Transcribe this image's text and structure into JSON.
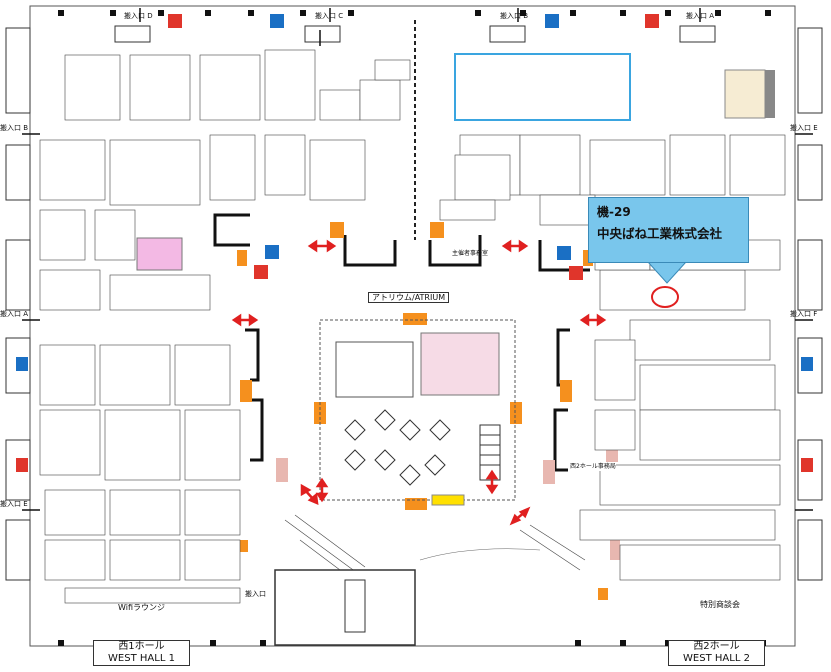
{
  "highlight": {
    "booth_number": "機-29",
    "company": "中央ばね工業株式会社",
    "callout_color": "#79c6ec",
    "marker_color": "#e02020"
  },
  "halls": {
    "west1_jp": "西1ホール",
    "west1_en": "WEST HALL 1",
    "west2_jp": "西2ホール",
    "west2_en": "WEST HALL 2"
  },
  "atrium": "アトリウム/ATRIUM",
  "areas": {
    "wifi_lounge": "Wifiラウンジ",
    "business_meeting": "特別商談会",
    "organizer_office": "主催者事務室",
    "hall2_office": "西2ホール事務局"
  },
  "entrances": {
    "d": "搬入口 D",
    "c": "搬入口 C",
    "b": "搬入口 B",
    "a": "搬入口 A",
    "e": "搬入口 E",
    "f": "搬入口 F",
    "left_b": "搬入口 B",
    "left_a": "搬入口 A",
    "left_e": "搬入口 E",
    "bottom": "搬入口"
  },
  "legend_colors": {
    "restroom_red": "#e0352b",
    "restroom_blue": "#1a6fc4",
    "orange": "#f5901e",
    "pink": "#f3b9e4",
    "wall": "#111111"
  }
}
